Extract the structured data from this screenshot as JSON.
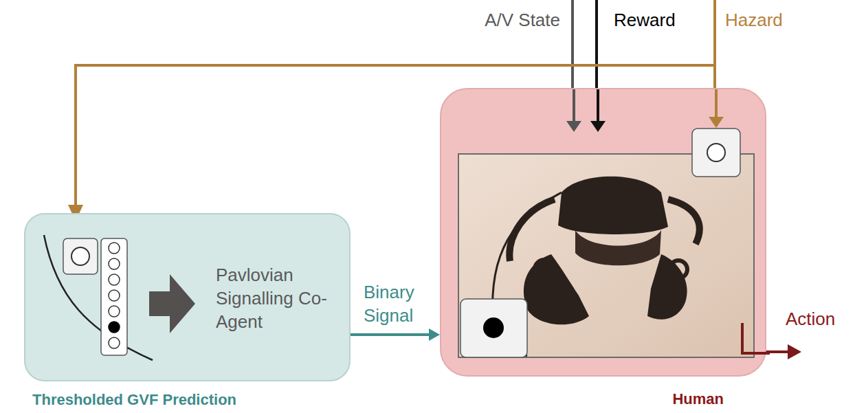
{
  "diagram": {
    "nodes": [
      {
        "text": [
          "Pavlovian Signalling Co-Agent",
          "Thresholded GVF Prediction"
        ]
      },
      {
        "text": [
          "Human"
        ]
      }
    ],
    "edges": [
      {
        "from": 0,
        "to": 1,
        "label": "Binary Signal",
        "arrow": "to"
      }
    ],
    "labels": [
      "A/V State",
      "Reward",
      "Hazard",
      "Action"
    ]
  }
}
